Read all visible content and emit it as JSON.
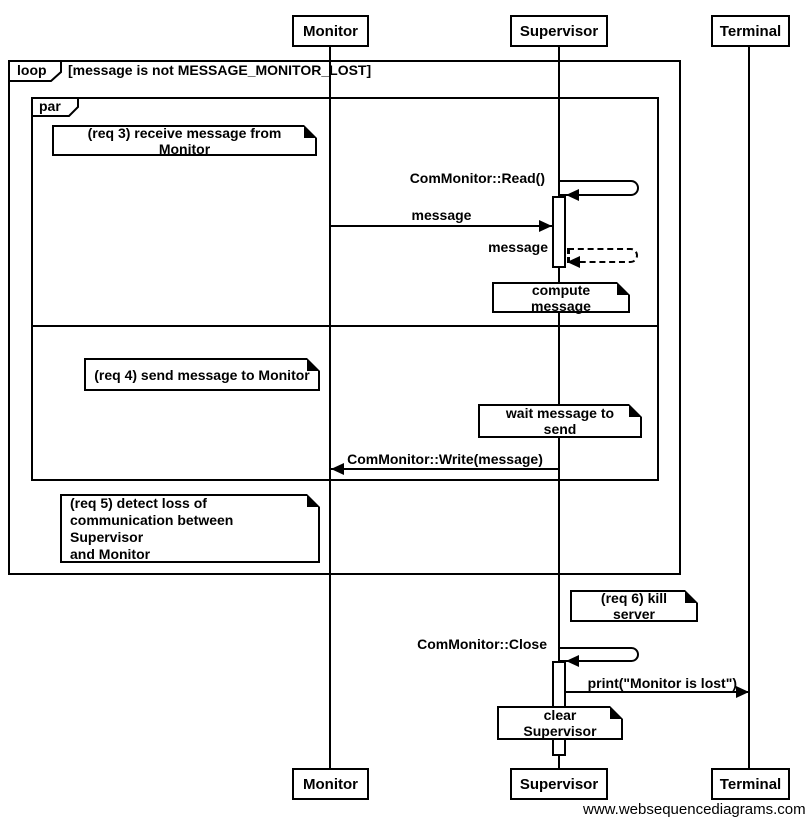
{
  "actors": {
    "monitor": "Monitor",
    "supervisor": "Supervisor",
    "terminal": "Terminal"
  },
  "frames": {
    "loop": {
      "label": "loop",
      "condition": "[message is not MESSAGE_MONITOR_LOST]"
    },
    "par": {
      "label": "par"
    }
  },
  "notes": {
    "req3": "(req 3) receive message from Monitor",
    "compute": "compute message",
    "req4": "(req 4) send message to Monitor",
    "wait": "wait message to send",
    "req5": "(req 5) detect loss of\ncommunication between Supervisor\nand Monitor",
    "req6": "(req 6) kill server",
    "clear": "clear Supervisor"
  },
  "messages": {
    "read": "ComMonitor::Read()",
    "incoming": "message",
    "return": "message",
    "write": "ComMonitor::Write(message)",
    "close": "ComMonitor::Close",
    "print": "print(\"Monitor is lost\")"
  },
  "watermark": "www.websequencediagrams.com",
  "colors": {
    "line": "#000000",
    "background": "#ffffff"
  }
}
